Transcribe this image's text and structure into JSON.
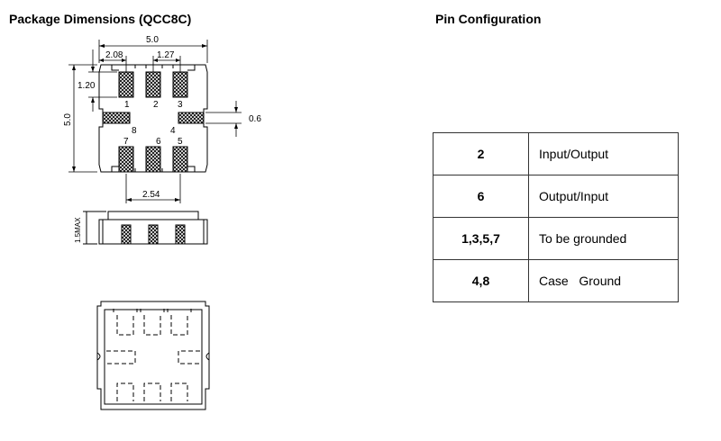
{
  "titles": {
    "package": "Package Dimensions (QCC8C)",
    "pins": "Pin Configuration"
  },
  "drawing": {
    "dims": {
      "width": "5.0",
      "pitch_a": "2.08",
      "pitch_b": "1.27",
      "pad_height": "1.20",
      "height": "5.0",
      "side_pad": "0.6",
      "pad_span": "2.54",
      "max_height": "1.5MAX"
    },
    "pad_labels": {
      "p1": "1",
      "p2": "2",
      "p3": "3",
      "p4": "4",
      "p5": "5",
      "p6": "6",
      "p7": "7",
      "p8": "8"
    }
  },
  "pins": [
    {
      "pin": "2",
      "function": "Input/Output"
    },
    {
      "pin": "6",
      "function": "Output/Input"
    },
    {
      "pin": "1,3,5,7",
      "function": "To be grounded"
    },
    {
      "pin": "4,8",
      "function": "Case   Ground"
    }
  ]
}
